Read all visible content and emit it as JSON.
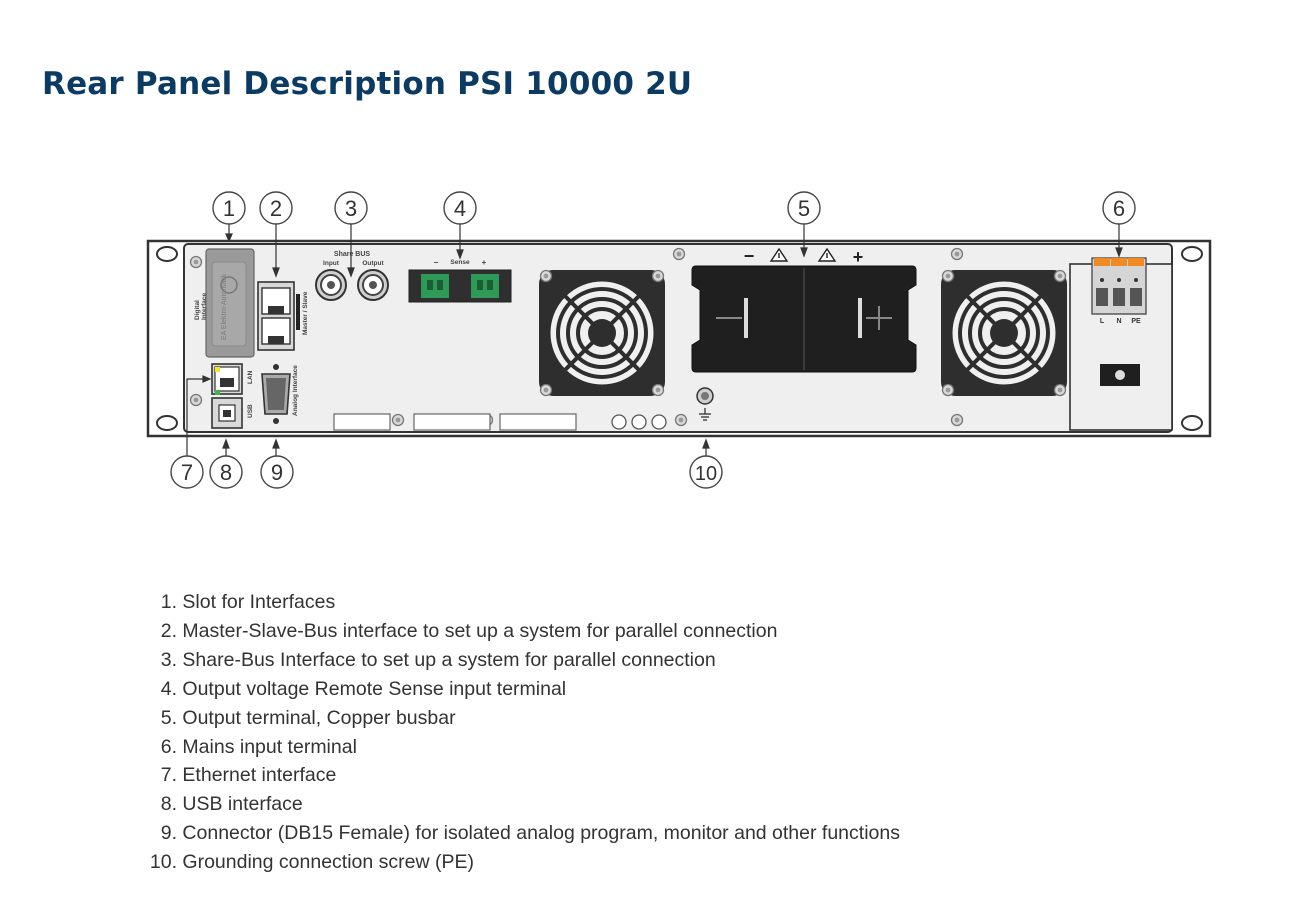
{
  "title": "Rear Panel Description PSI 10000 2U",
  "diagram": {
    "callouts": [
      "1",
      "2",
      "3",
      "4",
      "5",
      "6",
      "7",
      "8",
      "9",
      "10"
    ],
    "panel_labels": {
      "digital_interface": [
        "Digital",
        "Interface"
      ],
      "share_bus": "Share BUS",
      "share_input": "Input",
      "share_output": "Output",
      "sense": "Sense",
      "sense_minus": "−",
      "sense_plus": "+",
      "master_slave": "Master / Slave",
      "lan": "LAN",
      "usb": "USB",
      "analog_interface": "Analog Interface",
      "busbar_minus": "−",
      "busbar_plus": "+",
      "mains_l": "L",
      "mains_n": "N",
      "mains_pe": "PE",
      "card_brand": "EA Elektro-Automatik"
    }
  },
  "legend": [
    {
      "num": "1.",
      "text": "Slot for Interfaces"
    },
    {
      "num": "2.",
      "text": "Master-Slave-Bus interface to set up a system for parallel connection"
    },
    {
      "num": "3.",
      "text": "Share-Bus Interface to set up a system for parallel connection"
    },
    {
      "num": "4.",
      "text": "Output voltage Remote Sense input terminal"
    },
    {
      "num": "5.",
      "text": "Output terminal, Copper busbar"
    },
    {
      "num": "6.",
      "text": "Mains input terminal"
    },
    {
      "num": "7.",
      "text": "Ethernet interface"
    },
    {
      "num": "8.",
      "text": "USB interface"
    },
    {
      "num": "9.",
      "text": "Connector (DB15 Female) for isolated analog program, monitor and other functions"
    },
    {
      "num": "10.",
      "text": "Grounding connection screw (PE)"
    }
  ]
}
